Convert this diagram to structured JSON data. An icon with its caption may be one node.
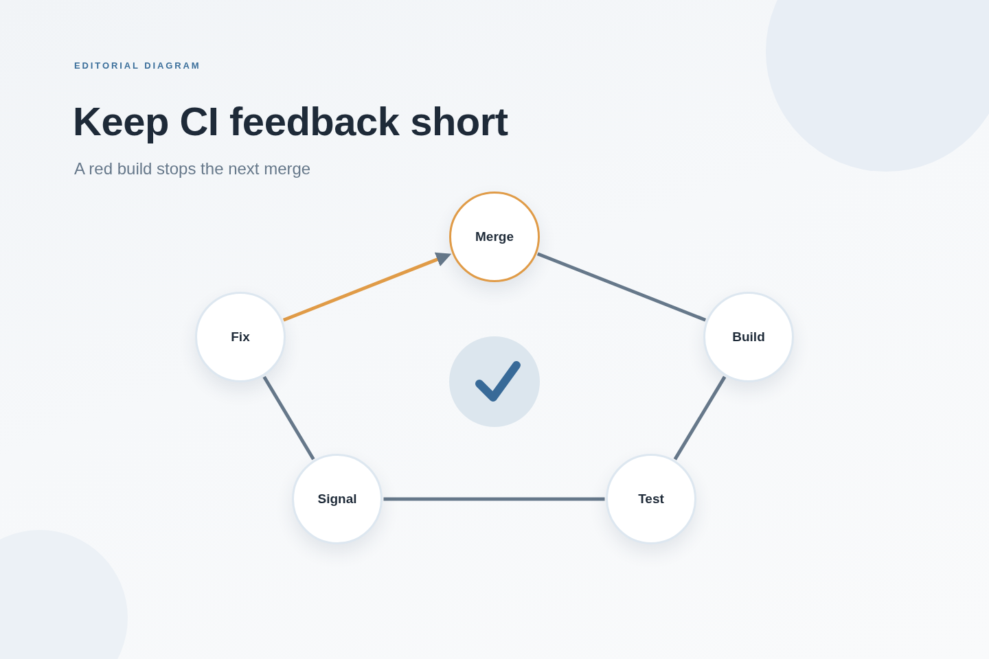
{
  "diagram": {
    "title": "Keep CI feedback short",
    "nodes": [
      {
        "text": [
          "Merge"
        ]
      },
      {
        "text": [
          "Build"
        ]
      },
      {
        "text": [
          "Test"
        ]
      },
      {
        "text": [
          "Signal"
        ]
      },
      {
        "text": [
          "Fix"
        ]
      }
    ],
    "edges": [
      {
        "from": 0,
        "to": 1,
        "arrow": "none"
      },
      {
        "from": 1,
        "to": 2,
        "arrow": "none"
      },
      {
        "from": 2,
        "to": 3,
        "arrow": "none"
      },
      {
        "from": 3,
        "to": 4,
        "arrow": "none"
      },
      {
        "from": 4,
        "to": 0,
        "arrow": "to",
        "color": "#e09b47"
      }
    ],
    "labels": [
      "EDITORIAL DIAGRAM",
      "A red build stops the next merge"
    ]
  }
}
